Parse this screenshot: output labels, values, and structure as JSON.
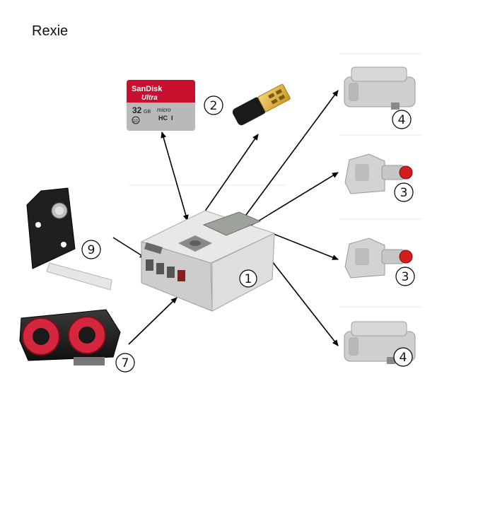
{
  "title": "Rexie",
  "colors": {
    "brick_body": "#d8d8d8",
    "brick_dark": "#8c8c8c",
    "motor_body": "#cfcfcf",
    "motor_red": "#d21e1e",
    "sd_red": "#c8102e",
    "usb_gold": "#e2b33a",
    "sensor_black": "#1c1c1c",
    "sensor_red": "#d4263d",
    "arrow": "#000000"
  },
  "components": [
    {
      "id": "ev3-brick",
      "number": "1"
    },
    {
      "id": "sd-card",
      "number": "2",
      "brand": "SanDisk",
      "product": "Ultra",
      "capacity": "32",
      "capacity_unit": "GB",
      "card_type": "micro",
      "hc_mark": "HC",
      "class_mark": "I",
      "speed_class": "10"
    },
    {
      "id": "wifi-dongle",
      "number": "2"
    },
    {
      "id": "large-motor-top",
      "number": "4"
    },
    {
      "id": "medium-motor-upper",
      "number": "3"
    },
    {
      "id": "medium-motor-lower",
      "number": "3"
    },
    {
      "id": "large-motor-bottom",
      "number": "4"
    },
    {
      "id": "touch-sensor",
      "number": "9"
    },
    {
      "id": "ultrasonic-sensor",
      "number": "7"
    }
  ],
  "icons": {
    "brick": "ev3-brick-icon",
    "sd": "micro-sd-card-icon",
    "wifi": "usb-wifi-dongle-icon",
    "large_motor": "large-motor-icon",
    "medium_motor": "medium-motor-icon",
    "touch": "touch-sensor-icon",
    "ultrasonic": "ultrasonic-sensor-icon"
  }
}
